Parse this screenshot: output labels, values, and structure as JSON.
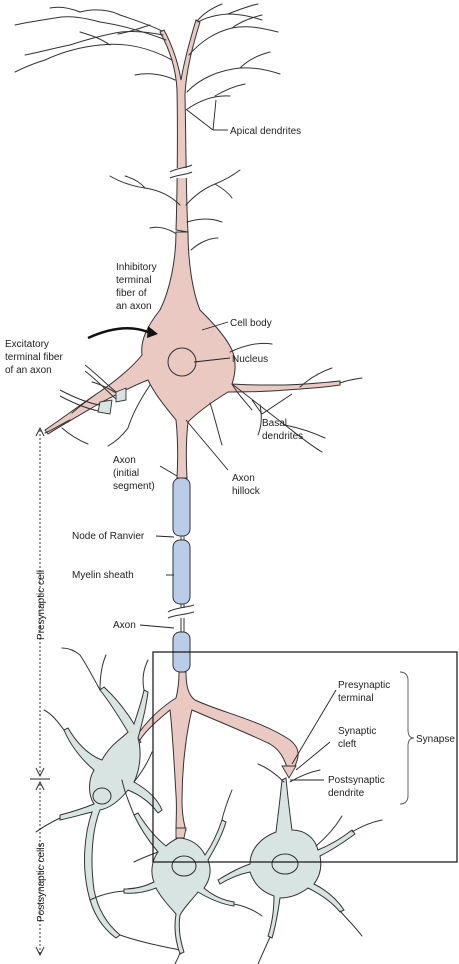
{
  "labels": {
    "apical_dendrites": "Apical dendrites",
    "inhibitory": [
      "Inhibitory",
      "terminal",
      "fiber of",
      "an axon"
    ],
    "excitatory": [
      "Excitatory",
      "terminal fiber",
      "of an axon"
    ],
    "cell_body": "Cell body",
    "nucleus": "Nucleus",
    "basal_dendrites": [
      "Basal",
      "dendrites"
    ],
    "axon_initial": [
      "Axon",
      "(initial",
      "segment)"
    ],
    "axon_hillock": [
      "Axon",
      "hillock"
    ],
    "node_of_ranvier": "Node of Ranvier",
    "myelin_sheath": "Myelin sheath",
    "axon": "Axon",
    "presynaptic_terminal": [
      "Presynaptic",
      "terminal"
    ],
    "synaptic_cleft": [
      "Synaptic",
      "cleft"
    ],
    "postsynaptic_dendrite": [
      "Postsynaptic",
      "dendrite"
    ],
    "synapse": "Synapse",
    "presynaptic_cell": "Presynaptic cell",
    "postsynaptic_cells": "Postsynaptic cells"
  },
  "colors": {
    "neuron_fill": "#e9c9c1",
    "postsynaptic_fill": "#d8e4e1",
    "myelin_fill": "#b9cde8",
    "outline": "#333333",
    "box": "#111111"
  }
}
